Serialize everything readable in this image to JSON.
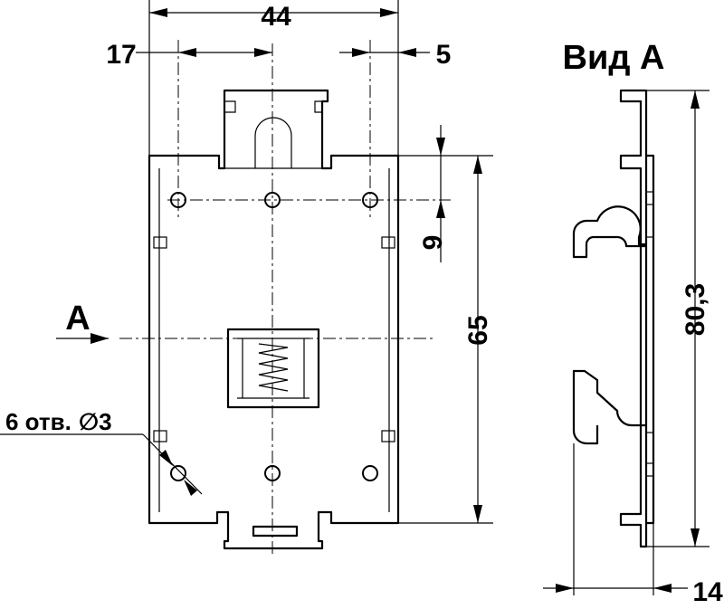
{
  "dimensions": {
    "width_total": "44",
    "left_offset": "17",
    "right_offset": "5",
    "hole_spacing": "9",
    "height_body": "65",
    "height_total": "80,3",
    "depth": "14"
  },
  "labels": {
    "view_arrow": "A",
    "view_title": "Вид А",
    "holes_note_prefix": "6 отв.",
    "holes_note_symbol": "∅",
    "holes_note_value": "3"
  }
}
